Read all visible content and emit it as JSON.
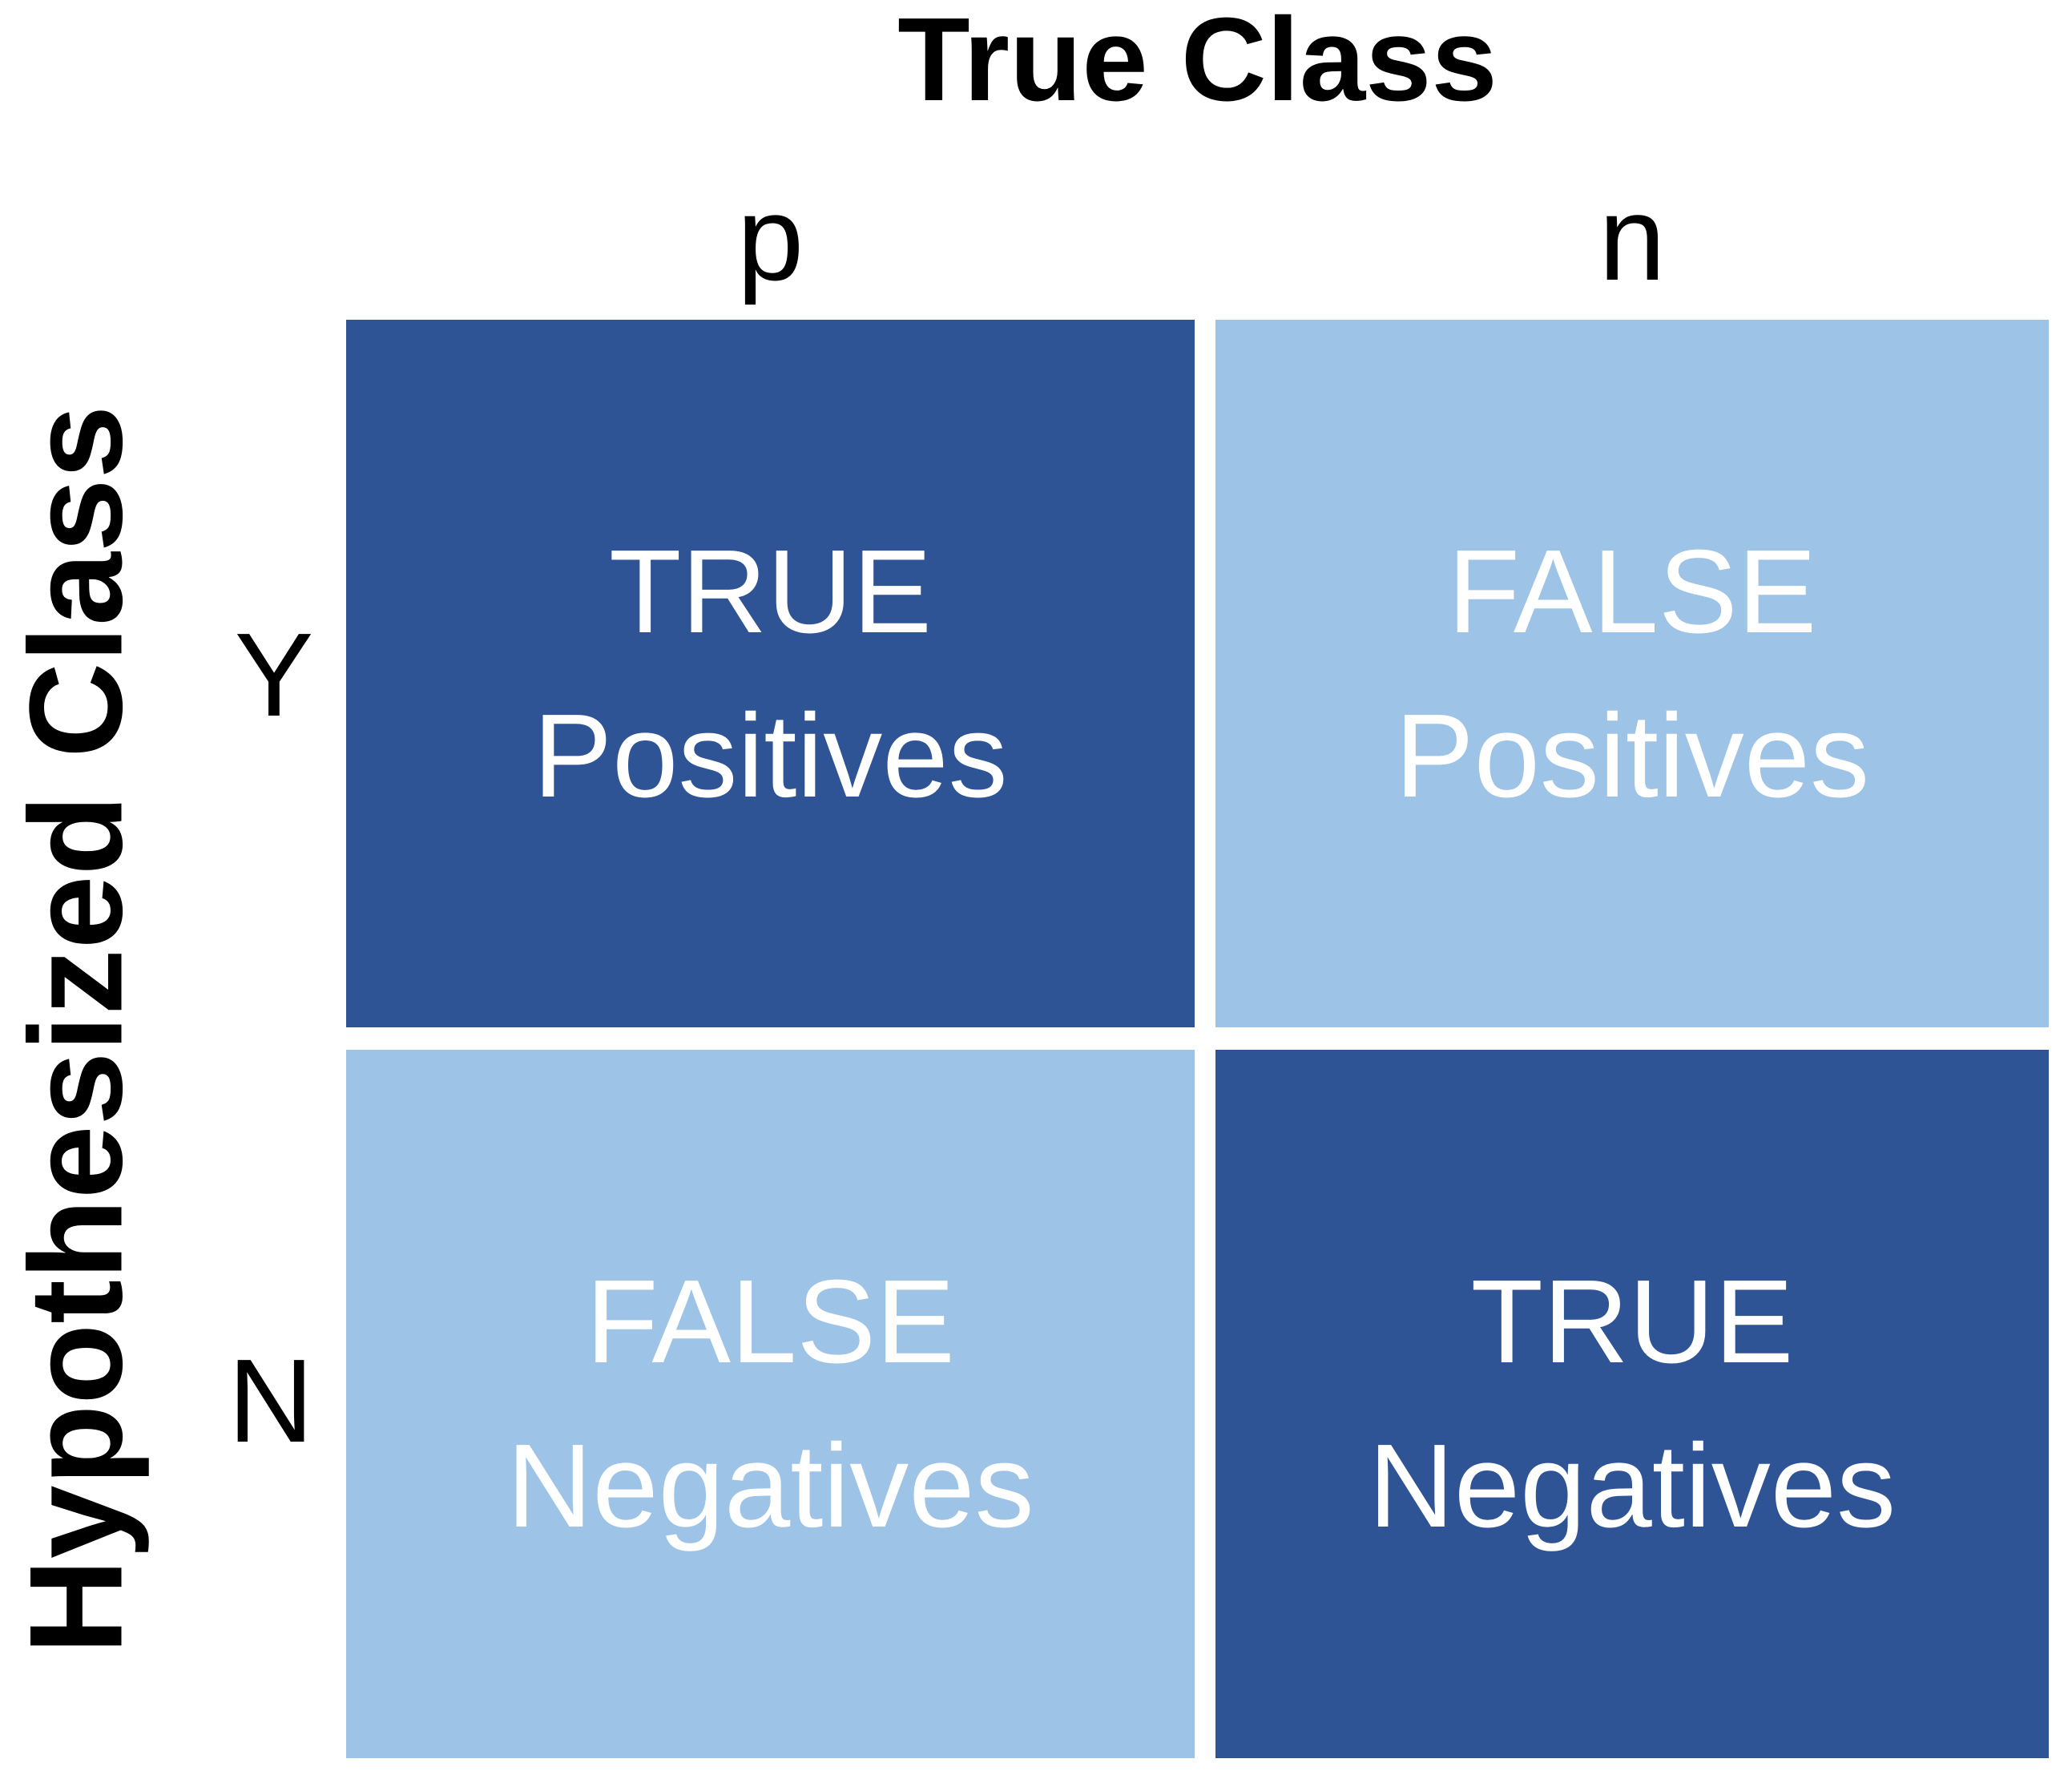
{
  "figure": {
    "title": "True Class",
    "side_label": "Hypothesized Class",
    "column_labels": [
      "p",
      "n"
    ],
    "row_labels": [
      "Y",
      "N"
    ]
  },
  "matrix": {
    "cells": [
      {
        "row": "Y",
        "col": "p",
        "line1": "TRUE",
        "line2": "Positives",
        "tone": "dark"
      },
      {
        "row": "Y",
        "col": "n",
        "line1": "FALSE",
        "line2": "Positives",
        "tone": "light"
      },
      {
        "row": "N",
        "col": "p",
        "line1": "FALSE",
        "line2": "Negatives",
        "tone": "light"
      },
      {
        "row": "N",
        "col": "n",
        "line1": "TRUE",
        "line2": "Negatives",
        "tone": "dark"
      }
    ]
  },
  "colors": {
    "cell_dark_blue": "#2F5496",
    "cell_light_blue": "#9DC3E6",
    "cell_text": "#FFFFFF",
    "label_text": "#000000",
    "background": "#FFFFFF"
  }
}
